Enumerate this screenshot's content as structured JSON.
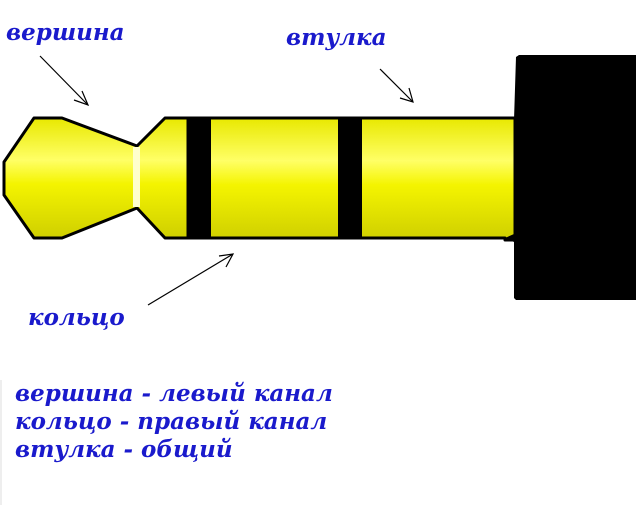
{
  "labels": {
    "tip": "вершина",
    "sleeve": "втулка",
    "ring": "кольцо"
  },
  "legend": [
    "вершина - левый канал",
    "кольцо - правый канал",
    "втулка - общий"
  ],
  "colors": {
    "plug_body": "#f4f400",
    "plug_highlight": "#ffff9a",
    "insulator": "#000000",
    "handle": "#000000",
    "text": "#1a1acc"
  }
}
